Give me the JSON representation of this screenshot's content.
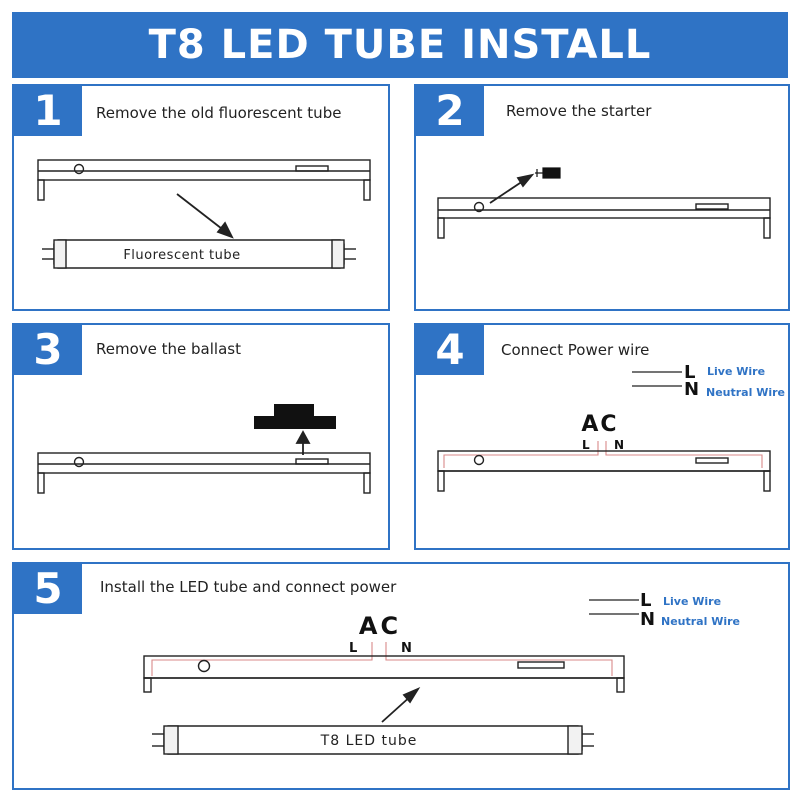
{
  "header": {
    "title": "T8 LED TUBE INSTALL"
  },
  "colors": {
    "accent": "#2f73c5",
    "wire": "#d98a8a",
    "legend_text": "#2f73c5",
    "ink": "#222222"
  },
  "steps": [
    {
      "number": "1",
      "title": "Remove the old fluorescent tube",
      "tube_label": "Fluorescent tube"
    },
    {
      "number": "2",
      "title": "Remove the starter"
    },
    {
      "number": "3",
      "title": "Remove the ballast"
    },
    {
      "number": "4",
      "title": "Connect  Power wire",
      "ac_label": "AC",
      "l_label": "L",
      "n_label": "N"
    },
    {
      "number": "5",
      "title": "Install the LED tube and connect power",
      "ac_label": "AC",
      "l_label": "L",
      "n_label": "N",
      "tube_label": "T8 LED tube"
    }
  ],
  "legend": {
    "live_letter": "L",
    "live_text": "Live Wire",
    "neutral_letter": "N",
    "neutral_text": "Neutral Wire"
  }
}
